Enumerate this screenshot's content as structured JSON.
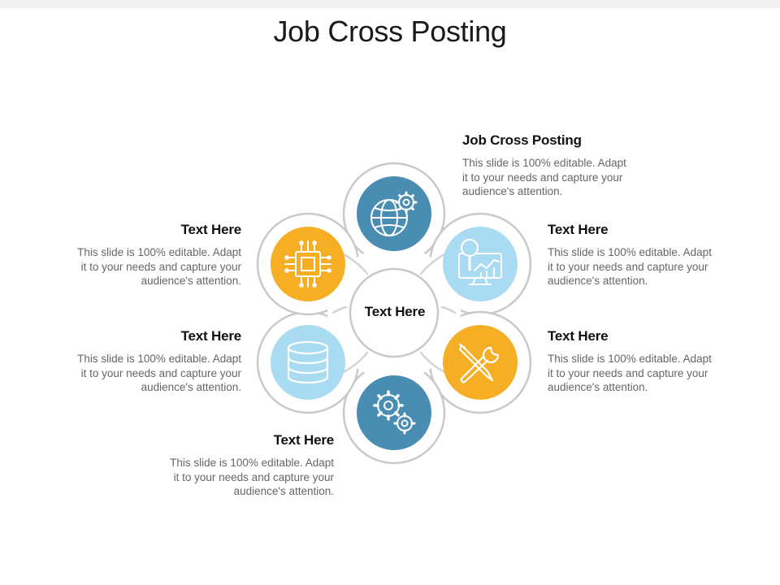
{
  "title": "Job Cross Posting",
  "center_label": "Text Here",
  "colors": {
    "dark_blue": "#4a8db3",
    "light_blue": "#a9dcf2",
    "orange": "#f6ae24",
    "ring": "#c9c9c9"
  },
  "items": [
    {
      "heading": "Job Cross Posting",
      "body": [
        "This slide is 100% editable. Adapt",
        "it to your needs and capture your",
        "audience's attention."
      ],
      "icon": "globe-gear-icon",
      "color": "#4a8db3"
    },
    {
      "heading": "Text Here",
      "body": [
        "This slide is 100% editable. Adapt",
        "it to your needs and capture your",
        "audience's attention."
      ],
      "icon": "search-chart-icon",
      "color": "#a9dcf2"
    },
    {
      "heading": "Text Here",
      "body": [
        "This slide is 100% editable. Adapt",
        "it to your needs and capture your",
        "audience's attention."
      ],
      "icon": "tools-icon",
      "color": "#f6ae24"
    },
    {
      "heading": "Text Here",
      "body": [
        "This slide is 100% editable. Adapt",
        "it to your needs and capture your",
        "audience's attention."
      ],
      "icon": "gears-icon",
      "color": "#4a8db3"
    },
    {
      "heading": "Text Here",
      "body": [
        "This slide is 100% editable. Adapt",
        "it to your needs and capture your",
        "audience's attention."
      ],
      "icon": "database-icon",
      "color": "#a9dcf2"
    },
    {
      "heading": "Text Here",
      "body": [
        "This slide is 100% editable. Adapt",
        "it to your needs and capture your",
        "audience's attention."
      ],
      "icon": "chip-icon",
      "color": "#f6ae24"
    }
  ]
}
